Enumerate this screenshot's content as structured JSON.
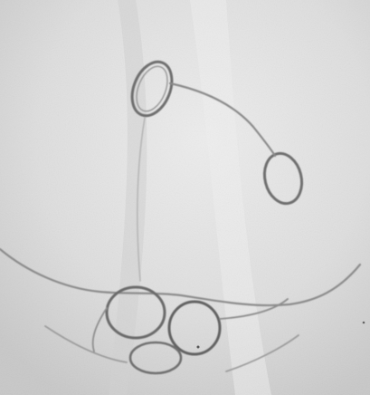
{
  "image": {
    "palette": {
      "paper": "#dcdcdc",
      "paper_light": "#ebebeb",
      "paper_dark": "#c9c9c9",
      "pencil": "#7a7a7a",
      "pencil_dark": "#5f5f5f"
    },
    "elements": [
      "paper-background",
      "loop-oval-top",
      "loop-oval-right",
      "connecting-curve",
      "lower-wavy-line",
      "ring-cluster-bottom"
    ]
  }
}
